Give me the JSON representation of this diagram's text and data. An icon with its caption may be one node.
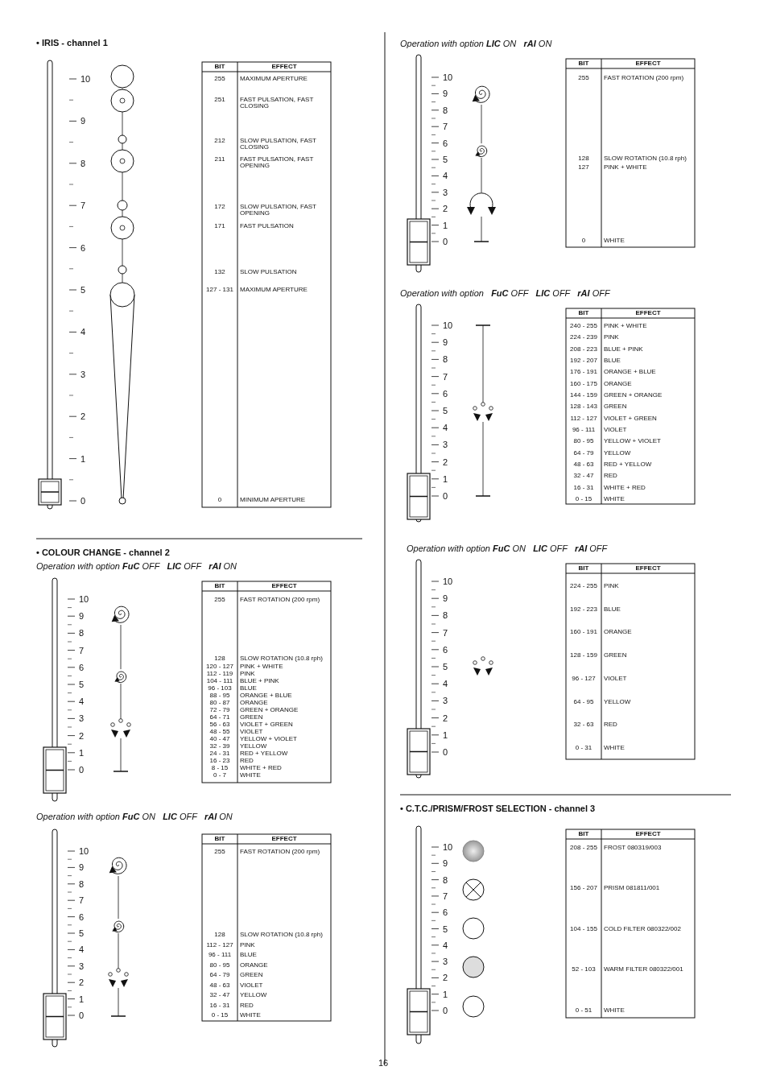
{
  "diagram": {
    "labels": [
      "• IRIS - channel 1",
      "10",
      "9",
      "8",
      "7",
      "6",
      "5",
      "4",
      "3",
      "2",
      "1",
      "0",
      "BIT",
      "EFFECT",
      "255",
      "MAXIMUM APERTURE",
      "251",
      "FAST PULSATION, FAST CLOSING",
      "212",
      "SLOW PULSATION, FAST CLOSING",
      "211",
      "FAST PULSATION, FAST OPENING",
      "172",
      "SLOW PULSATION, FAST OPENING",
      "171",
      "FAST PULSATION",
      "132",
      "SLOW PULSATION",
      "127 - 131",
      "MAXIMUM APERTURE",
      "0",
      "MINIMUM APERTURE",
      "• COLOUR CHANGE - channel 2",
      "Operation with option **FuC** OFF   **LIC** OFF   **rAI** ON",
      "10",
      "9",
      "8",
      "7",
      "6",
      "5",
      "4",
      "3",
      "2",
      "1",
      "0",
      "BIT",
      "EFFECT",
      "255",
      "FAST ROTATION (200 rpm)",
      "128",
      "SLOW ROTATION (10.8 rph)",
      "120 - 127",
      "PINK + WHITE",
      "112 - 119",
      "PINK",
      "104 - 111",
      "BLUE + PINK",
      "96 - 103",
      "BLUE",
      "88 - 95",
      "ORANGE + BLUE",
      "80 - 87",
      "ORANGE",
      "72 - 79",
      "GREEN + ORANGE",
      "64 - 71",
      "GREEN",
      "56 - 63",
      "VIOLET + GREEN",
      "48 - 55",
      "VIOLET",
      "40 - 47",
      "YELLOW + VIOLET",
      "32 - 39",
      "YELLOW",
      "24 - 31",
      "RED + YELLOW",
      "16 - 23",
      "RED",
      "8 - 15",
      "WHITE + RED",
      "0 - 7",
      "WHITE",
      "Operation with option **FuC** ON   **LIC** OFF   **rAI** ON",
      "10",
      "9",
      "8",
      "7",
      "6",
      "5",
      "4",
      "3",
      "2",
      "1",
      "0",
      "BIT",
      "EFFECT",
      "255",
      "FAST ROTATION (200 rpm)",
      "128",
      "SLOW ROTATION (10.8 rph)",
      "112 - 127",
      "PINK",
      "96 - 111",
      "BLUE",
      "80 - 95",
      "ORANGE",
      "64 - 79",
      "GREEN",
      "48 - 63",
      "VIOLET",
      "32 - 47",
      "YELLOW",
      "16 - 31",
      "RED",
      "0 - 15",
      "WHITE",
      "Operation with option **LIC** ON   **rAI** ON",
      "10",
      "9",
      "8",
      "7",
      "6",
      "5",
      "4",
      "3",
      "2",
      "1",
      "0",
      "BIT",
      "EFFECT",
      "255",
      "FAST ROTATION (200 rpm)",
      "128",
      "SLOW ROTATION (10.8 rph)",
      "127",
      "PINK + WHITE",
      "0",
      "WHITE",
      "Operation with option   **FuC** OFF   **LIC** OFF   **rAI** OFF",
      "10",
      "9",
      "8",
      "7",
      "6",
      "5",
      "4",
      "3",
      "2",
      "1",
      "0",
      "BIT",
      "EFFECT",
      "240 - 255",
      "PINK + WHITE",
      "224 - 239",
      "PINK",
      "208 - 223",
      "BLUE + PINK",
      "192 - 207",
      "BLUE",
      "176 - 191",
      "ORANGE + BLUE",
      "160 - 175",
      "ORANGE",
      "144 - 159",
      "GREEN + ORANGE",
      "128 - 143",
      "GREEN",
      "112 - 127",
      "VIOLET + GREEN",
      "96 - 111",
      "VIOLET",
      "80 - 95",
      "YELLOW + VIOLET",
      "64 - 79",
      "YELLOW",
      "48 - 63",
      "RED + YELLOW",
      "32 - 47",
      "RED",
      "16 - 31",
      "WHITE + RED",
      "0 - 15",
      "WHITE",
      "Operation with option **FuC** ON   **LIC** OFF   **rAI** OFF",
      "10",
      "9",
      "8",
      "7",
      "6",
      "5",
      "4",
      "3",
      "2",
      "1",
      "0",
      "BIT",
      "EFFECT",
      "224 - 255",
      "PINK",
      "192 - 223",
      "BLUE",
      "160 - 191",
      "ORANGE",
      "128 - 159",
      "GREEN",
      "96 - 127",
      "VIOLET",
      "64 - 95",
      "YELLOW",
      "32 - 63",
      "RED",
      "0 - 31",
      "WHITE",
      "• C.T.C./PRISM/FROST SELECTION - channel 3",
      "10",
      "9",
      "8",
      "7",
      "6",
      "5",
      "4",
      "3",
      "2",
      "1",
      "0",
      "BIT",
      "EFFECT",
      "208 - 255",
      "FROST 080319/003",
      "156 - 207",
      "PRISM 081811/001",
      "104 - 155",
      "COLD FILTER 080322/002",
      "52 - 103",
      "WARM FILTER 080322/001",
      "0 - 51",
      "WHITE",
      "16"
    ]
  }
}
